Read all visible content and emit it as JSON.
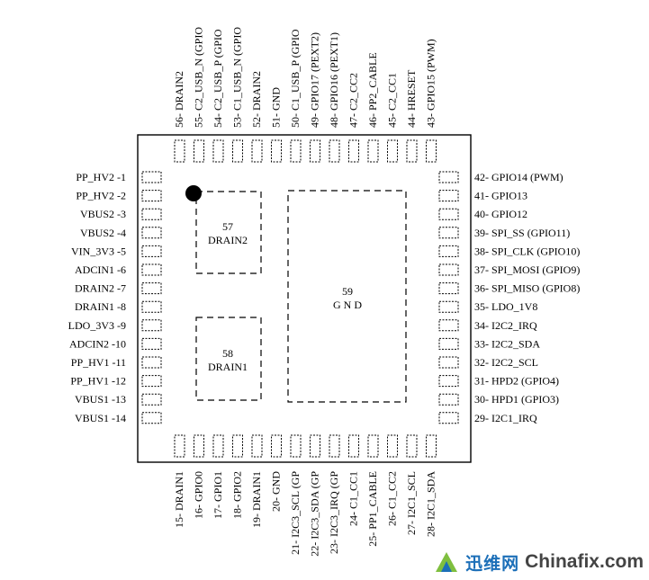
{
  "package": {
    "left_pins": [
      "PP_HV2 -1",
      "PP_HV2 -2",
      "VBUS2 -3",
      "VBUS2 -4",
      "VIN_3V3 -5",
      "ADCIN1 -6",
      "DRAIN2 -7",
      "DRAIN1 -8",
      "LDO_3V3 -9",
      "ADCIN2 -10",
      "PP_HV1 -11",
      "PP_HV1 -12",
      "VBUS1 -13",
      "VBUS1 -14"
    ],
    "right_pins": [
      "42- GPIO14 (PWM)",
      "41- GPIO13",
      "40- GPIO12",
      "39- SPI_SS (GPIO11)",
      "38- SPI_CLK (GPIO10)",
      "37- SPI_MOSI (GPIO9)",
      "36- SPI_MISO (GPIO8)",
      "35- LDO_1V8",
      "34- I2C2_IRQ",
      "33- I2C2_SDA",
      "32- I2C2_SCL",
      "31- HPD2 (GPIO4)",
      "30- HPD1 (GPIO3)",
      "29- I2C1_IRQ"
    ],
    "top_pins": [
      "56- DRAIN2",
      "55- C2_USB_N (GPIO",
      "54- C2_USB_P (GPIO",
      "53- C1_USB_N (GPIO",
      "52- DRAIN2",
      "51- GND",
      "50- C1_USB_P (GPIO",
      "49- GPIO17 (PEXT2)",
      "48- GPIO16 (PEXT1)",
      "47- C2_CC2",
      "46- PP2_CABLE",
      "45- C2_CC1",
      "44- HRESET",
      "43- GPIO15 (PWM)"
    ],
    "bottom_pins": [
      "15- DRAIN1",
      "16- GPIO0",
      "17- GPIO1",
      "18- GPIO2",
      "19- DRAIN1",
      "20- GND",
      "21- I2C3_SCL (GP",
      "22- I2C3_SDA (GP",
      "23- I2C3_IRQ (GP",
      "24- C1_CC1",
      "25- PP1_CABLE",
      "26- C1_CC2",
      "27- I2C1_SCL",
      "28- I2C1_SDA"
    ],
    "pads": [
      {
        "number": "57",
        "name": "DRAIN2"
      },
      {
        "number": "58",
        "name": "DRAIN1"
      },
      {
        "number": "59",
        "name": "G N D"
      }
    ]
  },
  "watermark": {
    "cn_text": "迅维网",
    "en_text": "Chinafix.com",
    "logo_icon": "chinafix-logo-icon",
    "colors": {
      "blue": "#1c6fb8",
      "green": "#7fbf3f",
      "gray": "#444444"
    }
  }
}
